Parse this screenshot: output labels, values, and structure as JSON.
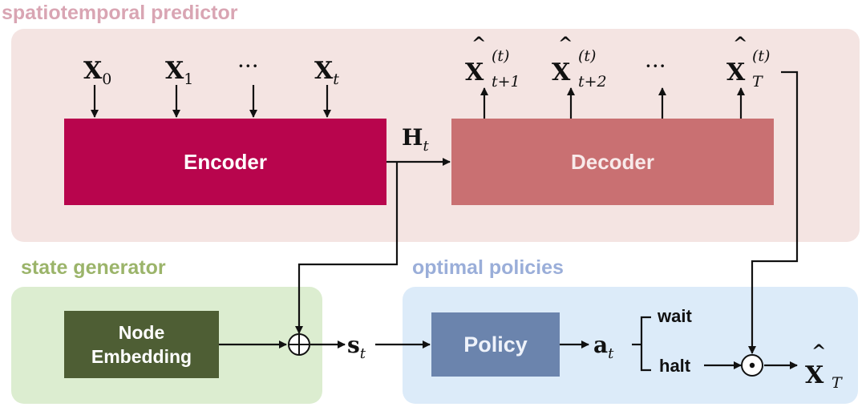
{
  "regions": {
    "spatiotemporal_title": "spatiotemporal predictor",
    "state_generator_title": "state generator",
    "optimal_policies_title": "optimal policies"
  },
  "blocks": {
    "encoder": "Encoder",
    "decoder": "Decoder",
    "node_embedding": "Node\nEmbedding",
    "policy": "Policy"
  },
  "inputs": [
    {
      "base": "X",
      "sub": "0"
    },
    {
      "base": "X",
      "sub": "1"
    },
    {
      "dots": "···"
    },
    {
      "base": "X",
      "sub": "t"
    }
  ],
  "outputs": [
    {
      "base": "X",
      "hat": "^",
      "sup": "(t)",
      "sub": "t+1"
    },
    {
      "base": "X",
      "hat": "^",
      "sup": "(t)",
      "sub": "t+2"
    },
    {
      "dots": "···"
    },
    {
      "base": "X",
      "hat": "^",
      "sup": "(t)",
      "sub": "T"
    }
  ],
  "hidden": {
    "base": "H",
    "sub": "t"
  },
  "state": {
    "base": "s",
    "sub": "t"
  },
  "action": {
    "base": "a",
    "sub": "t"
  },
  "options": {
    "wait": "wait",
    "halt": "halt"
  },
  "operators": {
    "sum": "⊕",
    "product": "⊙"
  },
  "final_output": {
    "base": "X",
    "hat": "^",
    "sub": "T"
  },
  "colors": {
    "spatiotemporal_bg": "#f4e4e2",
    "state_generator_bg": "#dcedd0",
    "optimal_policies_bg": "#dcebf9",
    "encoder": "#b8054d",
    "decoder": "#c97072",
    "node_embedding": "#4e5e34",
    "policy": "#6b84ad"
  }
}
